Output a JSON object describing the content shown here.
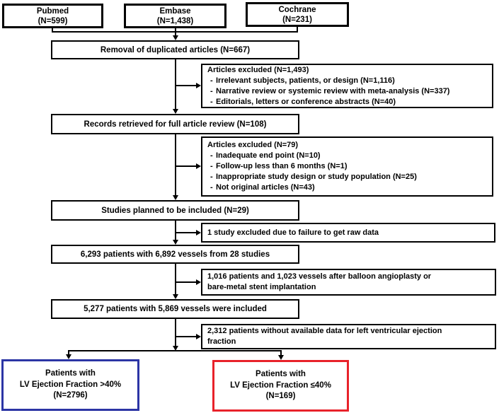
{
  "colors": {
    "line": "#000000",
    "box_border": "#000000",
    "outcome_blue": "#2c35a5",
    "outcome_red": "#e8222a"
  },
  "sources": [
    {
      "lines": [
        "Pubmed",
        "(N=599)"
      ]
    },
    {
      "lines": [
        "Embase",
        "(N=1,438)"
      ]
    },
    {
      "lines": [
        "Cochrane",
        "(N=231)"
      ]
    }
  ],
  "process": [
    {
      "label": "Removal of duplicated articles (N=667)"
    },
    {
      "label": "Records retrieved for full article review (N=108)"
    },
    {
      "label": "Studies planned to be included (N=29)"
    },
    {
      "label": "6,293 patients with 6,892 vessels from 28 studies"
    },
    {
      "label": "5,277 patients with 5,869 vessels were included"
    }
  ],
  "exclusions": [
    {
      "title": "Articles excluded (N=1,493)",
      "marker": "-",
      "items": [
        "Irrelevant subjects, patients, or design (N=1,116)",
        "Narrative review or systemic review with meta-analysis (N=337)",
        "Editorials, letters or conference abstracts (N=40)"
      ]
    },
    {
      "title": "Articles excluded (N=79)",
      "marker": "-",
      "items": [
        "Inadequate end point (N=10)",
        "Follow-up less than 6 months (N=1)",
        "Inappropriate study design or study population (N=25)",
        "Not original articles (N=43)"
      ]
    },
    {
      "lines": [
        "1 study excluded due to failure to get raw data"
      ]
    },
    {
      "lines": [
        "1,016 patients and 1,023 vessels after balloon angioplasty or",
        "bare-metal stent implantation"
      ]
    },
    {
      "lines": [
        "2,312 patients without available data for left ventricular ejection",
        "fraction"
      ]
    }
  ],
  "outcomes": [
    {
      "lines": [
        "Patients with",
        "LV Ejection Fraction >40%",
        "(N=2796)"
      ]
    },
    {
      "lines": [
        "Patients with",
        "LV Ejection Fraction ≤40%",
        "(N=169)"
      ]
    }
  ]
}
